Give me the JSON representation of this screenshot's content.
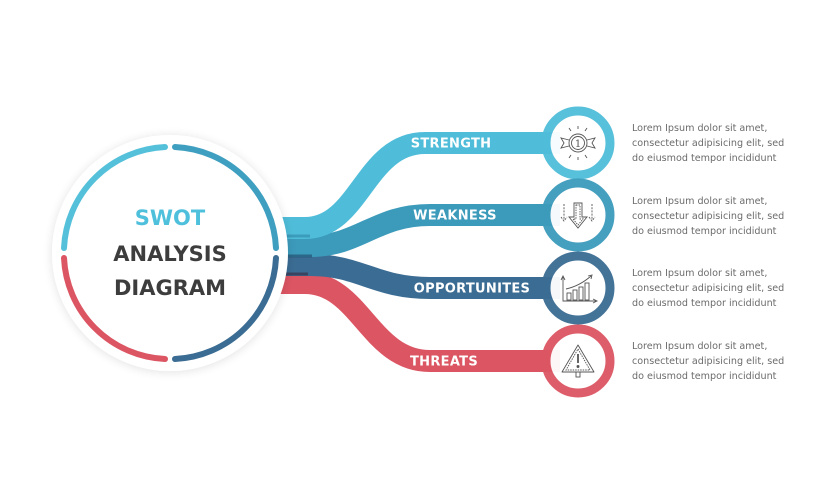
{
  "title": {
    "line1": "SWOT",
    "line2": "ANALYSIS",
    "line3": "DIAGRAM"
  },
  "colors": {
    "strength": "#4fbdd9",
    "weakness": "#3c9abb",
    "opportunities": "#3b6c93",
    "threats": "#dc5563",
    "title_accent": "#4fc0dc",
    "title_dark": "#3d3d3d",
    "body_text": "#6b6b6b"
  },
  "items": [
    {
      "label": "STRENGTH",
      "icon": "medal-icon",
      "lines": [
        "Lorem Ipsum dolor sit amet,",
        "consectetur adipisicing elit, sed",
        "do eiusmod tempor incididunt"
      ]
    },
    {
      "label": "WEAKNESS",
      "icon": "arrow-down-icon",
      "lines": [
        "Lorem Ipsum dolor sit amet,",
        "consectetur adipisicing elit, sed",
        "do eiusmod tempor incididunt"
      ]
    },
    {
      "label": "OPPORTUNITES",
      "icon": "growth-chart-icon",
      "lines": [
        "Lorem Ipsum dolor sit amet,",
        "consectetur adipisicing elit, sed",
        "do eiusmod tempor incididunt"
      ]
    },
    {
      "label": "THREATS",
      "icon": "warning-sign-icon",
      "lines": [
        "Lorem Ipsum dolor sit amet,",
        "consectetur adipisicing elit, sed",
        "do eiusmod tempor incididunt"
      ]
    }
  ]
}
